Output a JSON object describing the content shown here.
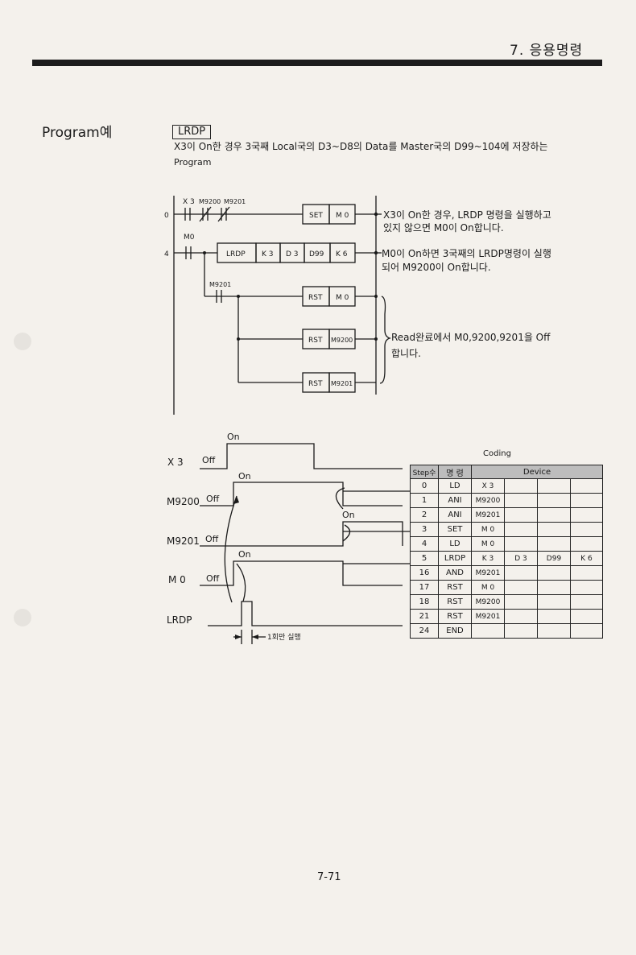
{
  "header": {
    "chapter": "7. 응용명령"
  },
  "section": {
    "title": "Program예",
    "instruction_box": "LRDP",
    "description_main": "X3이 On한 경우 3국째 Local국의 D3~D8의 Data를 Master국의 D99~104에 저장하는",
    "description_cont": "Program"
  },
  "ladder": {
    "step0": "0",
    "step4": "4",
    "contact_labels": [
      "X 3",
      "M9200",
      "M9201"
    ],
    "m0_label": "M0",
    "m9201_label": "M9201",
    "row0": [
      "SET",
      "M 0"
    ],
    "row4": [
      "LRDP",
      "K 3",
      "D 3",
      "D99",
      "K 6"
    ],
    "rst_rows": [
      [
        "RST",
        "M 0"
      ],
      [
        "RST",
        "M9200"
      ],
      [
        "RST",
        "M9201"
      ]
    ],
    "note1_line1": "X3이 On한 경우, LRDP 명령을 실행하고",
    "note1_line2": "있지 않으면 M0이 On합니다.",
    "note2_line1": "M0이 On하면 3국째의 LRDP명령이 실행",
    "note2_line2": "되어 M9200이 On합니다.",
    "note3_line1": "Read완료에서  M0,9200,9201을 Off",
    "note3_line2": "합니다."
  },
  "timing": {
    "on_label": "On",
    "off_label": "Off",
    "signals": [
      "X 3",
      "M9200",
      "M9201",
      "M 0",
      "LRDP"
    ],
    "pulse_label": "1회만 실행"
  },
  "coding": {
    "title": "Coding",
    "headers": [
      "Step수",
      "명 령",
      "Device"
    ],
    "rows": [
      [
        "0",
        "LD",
        "X 3",
        "",
        "",
        ""
      ],
      [
        "1",
        "ANI",
        "M9200",
        "",
        "",
        ""
      ],
      [
        "2",
        "ANI",
        "M9201",
        "",
        "",
        ""
      ],
      [
        "3",
        "SET",
        "M 0",
        "",
        "",
        ""
      ],
      [
        "4",
        "LD",
        "M 0",
        "",
        "",
        ""
      ],
      [
        "5",
        "LRDP",
        "K 3",
        "D 3",
        "D99",
        "K 6"
      ],
      [
        "16",
        "AND",
        "M9201",
        "",
        "",
        ""
      ],
      [
        "17",
        "RST",
        "M 0",
        "",
        "",
        ""
      ],
      [
        "18",
        "RST",
        "M9200",
        "",
        "",
        ""
      ],
      [
        "21",
        "RST",
        "M9201",
        "",
        "",
        ""
      ],
      [
        "24",
        "END",
        "",
        "",
        "",
        ""
      ]
    ]
  },
  "footer": {
    "page": "7-71"
  }
}
